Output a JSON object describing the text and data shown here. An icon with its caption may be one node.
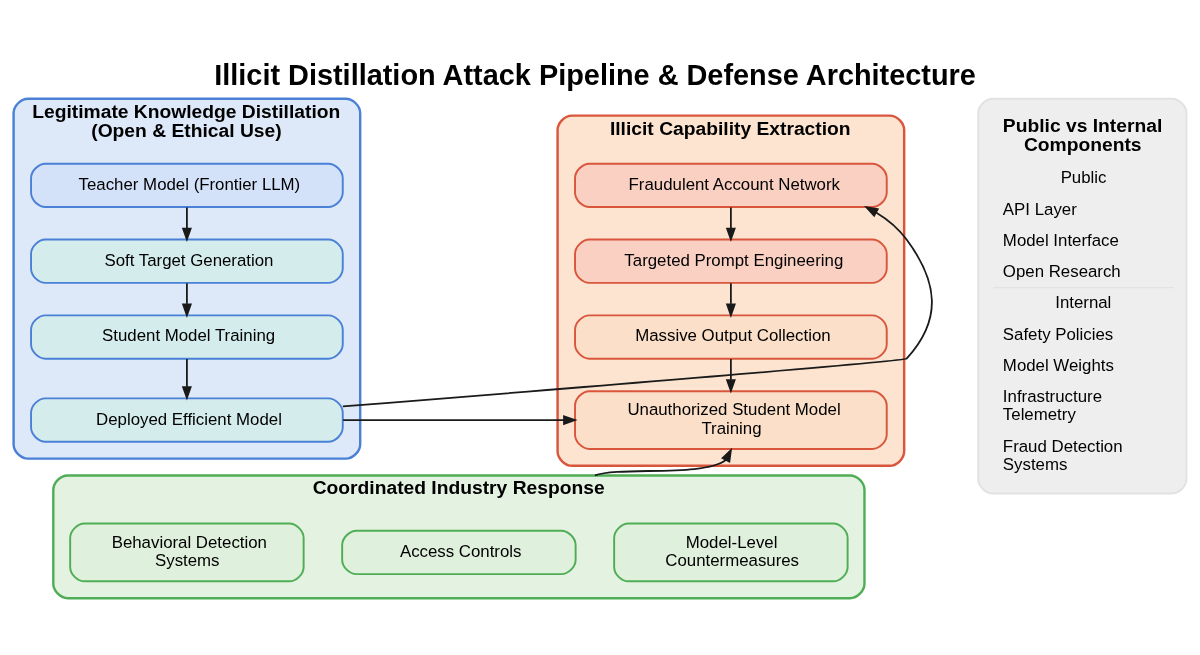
{
  "diagram": {
    "title": "Illicit Distillation Attack Pipeline & Defense Architecture",
    "nodes": [
      {
        "text": [
          "Legitimate Knowledge Distillation (Open & Ethical Use)"
        ]
      },
      {
        "text": [
          "Teacher Model (Frontier LLM)"
        ],
        "in": 0
      },
      {
        "text": [
          "Soft Target Generation"
        ],
        "in": 0
      },
      {
        "text": [
          "Student Model Training"
        ],
        "in": 0
      },
      {
        "text": [
          "Deployed Efficient Model"
        ],
        "in": 0
      },
      {
        "text": [
          "Illicit Capability Extraction"
        ]
      },
      {
        "text": [
          "Fraudulent Account Network"
        ],
        "in": 5
      },
      {
        "text": [
          "Targeted Prompt Engineering"
        ],
        "in": 5
      },
      {
        "text": [
          "Massive Output Collection"
        ],
        "in": 5
      },
      {
        "text": [
          "Unauthorized Student Model Training"
        ],
        "in": 5
      },
      {
        "text": [
          "Coordinated Industry Response"
        ]
      },
      {
        "text": [
          "Behavioral Detection Systems"
        ],
        "in": 10
      },
      {
        "text": [
          "Access Controls"
        ],
        "in": 10
      },
      {
        "text": [
          "Model-Level Countermeasures"
        ],
        "in": 10
      },
      {
        "text": [
          "Public vs Internal Components",
          "Public",
          "API Layer",
          "Model Interface",
          "Open Research",
          "Internal",
          "Safety Policies",
          "Model Weights",
          "Infrastructure Telemetry",
          "Fraud Detection Systems"
        ]
      }
    ],
    "edges": [
      {
        "from": 1,
        "to": 2,
        "arrow": "to"
      },
      {
        "from": 2,
        "to": 3,
        "arrow": "to"
      },
      {
        "from": 3,
        "to": 4,
        "arrow": "to"
      },
      {
        "from": 4,
        "to": 6,
        "arrow": "to"
      },
      {
        "from": 6,
        "to": 7,
        "arrow": "to"
      },
      {
        "from": 7,
        "to": 8,
        "arrow": "to"
      },
      {
        "from": 8,
        "to": 9,
        "arrow": "to"
      },
      {
        "from": 4,
        "to": 9,
        "arrow": "to"
      },
      {
        "from": 10,
        "to": 9,
        "arrow": "to"
      }
    ]
  }
}
